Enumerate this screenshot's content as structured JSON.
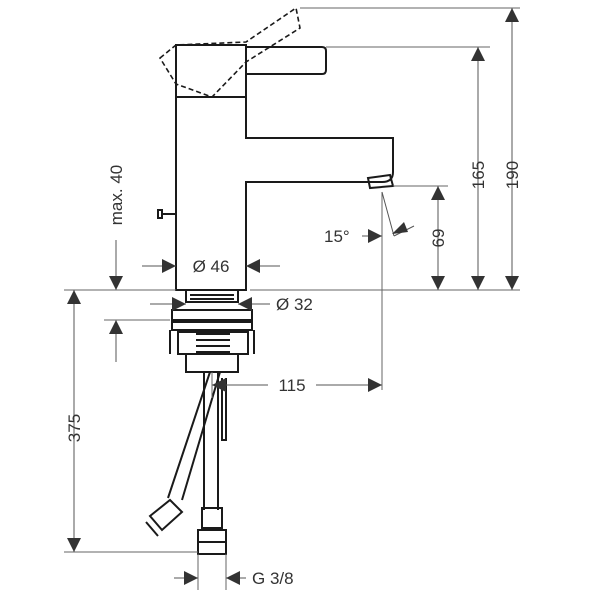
{
  "dimensions": {
    "height_total": "190",
    "height_spout": "165",
    "height_clearance": "max. 40",
    "spout_height": "69",
    "spout_angle": "15°",
    "body_diameter": "Ø 46",
    "hole_diameter": "Ø 32",
    "hose_length": "375",
    "projection": "115",
    "connection": "G 3/8"
  },
  "colors": {
    "line": "#1a1a1a",
    "dimension": "#555555",
    "text": "#333333"
  }
}
